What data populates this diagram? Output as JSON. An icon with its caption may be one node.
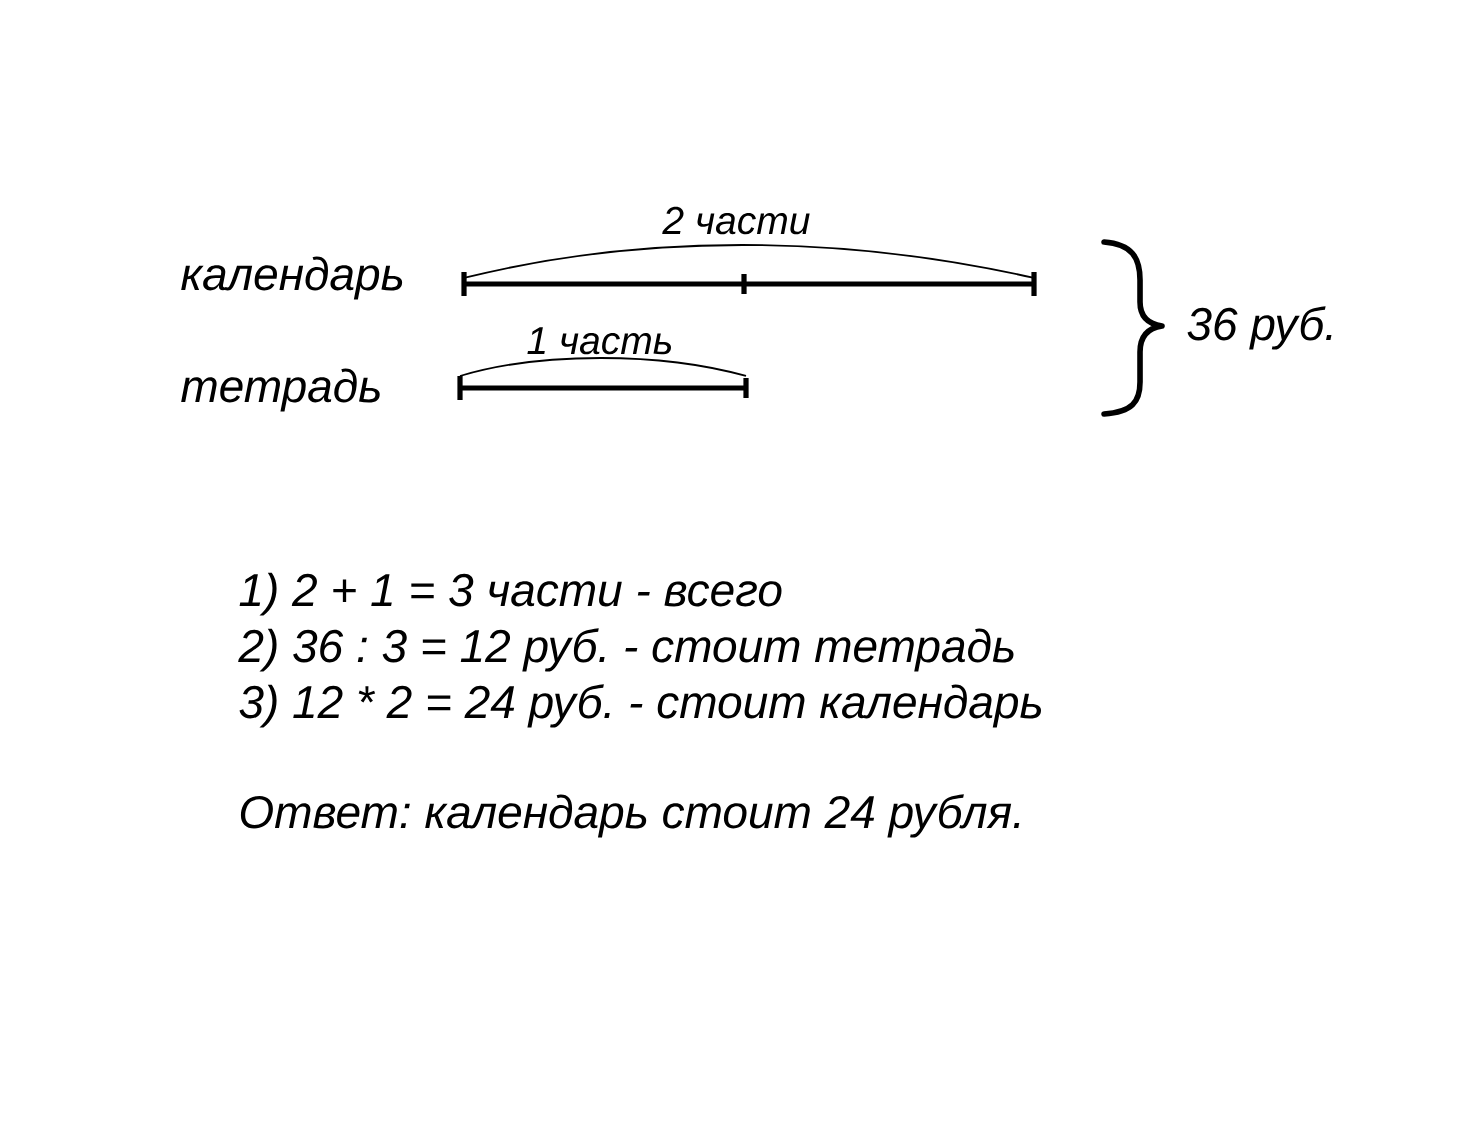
{
  "diagram": {
    "labels": [
      "2 части",
      "календарь",
      "36 руб.",
      "1 часть",
      "тетрадь",
      "1) 2 + 1 = 3 части - всего",
      "2) 36 : 3 = 12 руб. - стоит тетрадь",
      "3) 12 * 2 = 24 руб. - стоит календарь",
      "Ответ: календарь стоит 24 рубля."
    ]
  }
}
